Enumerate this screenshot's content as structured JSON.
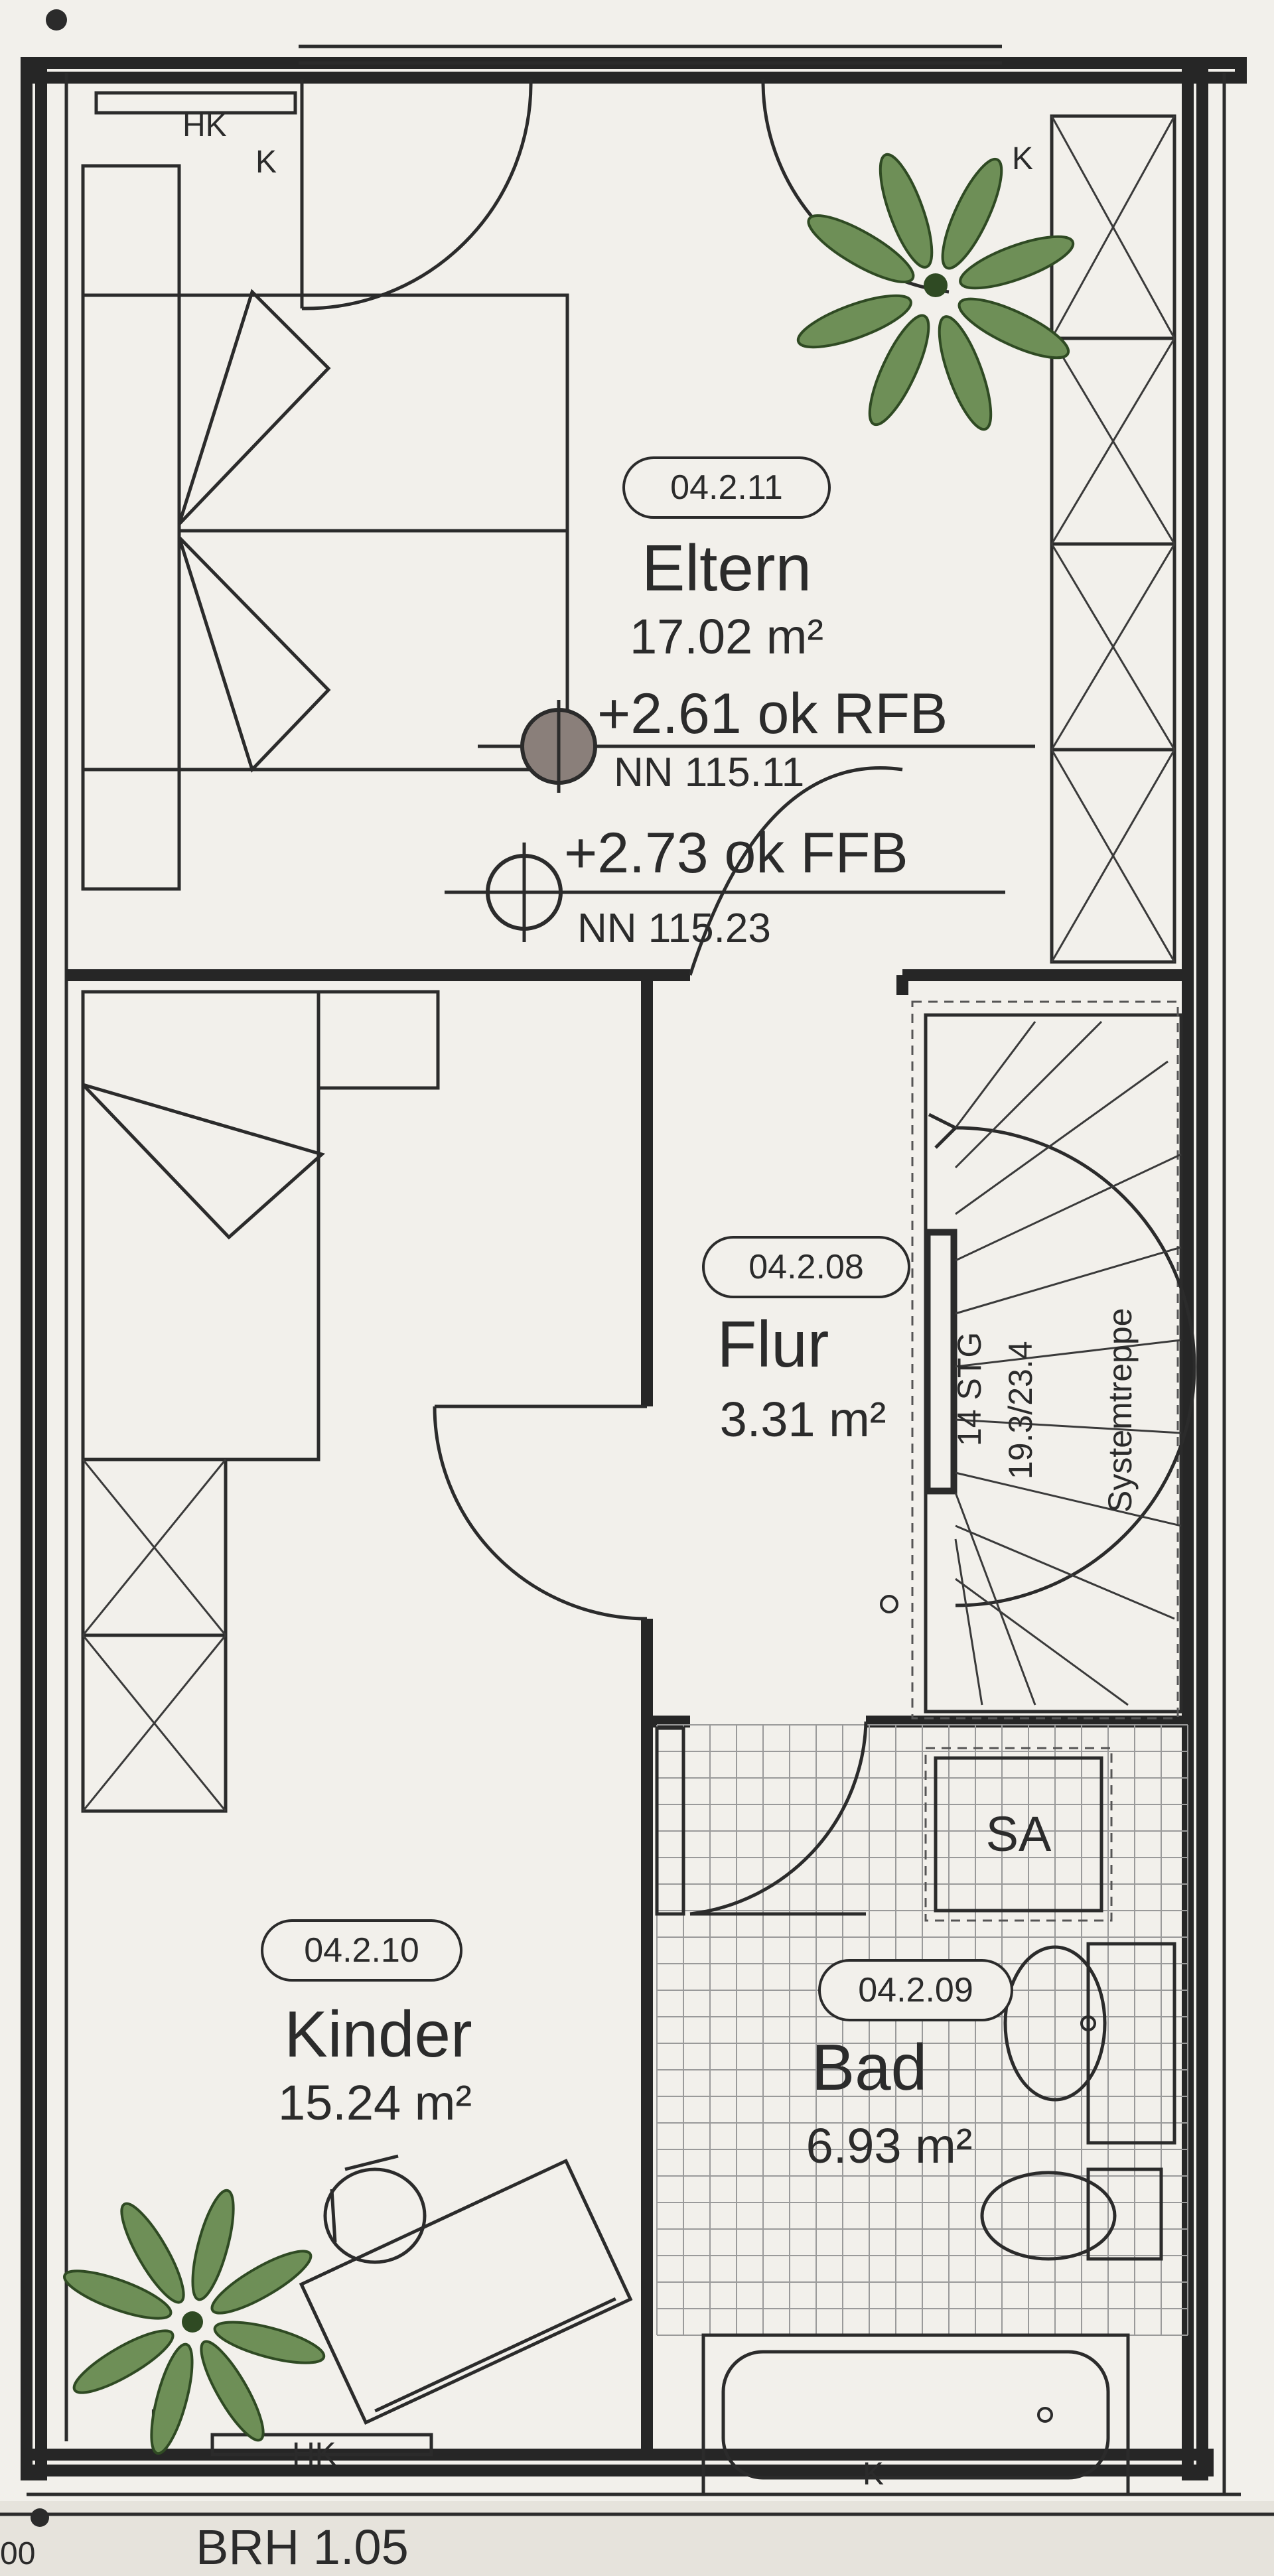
{
  "rooms": {
    "eltern": {
      "id": "04.2.11",
      "name": "Eltern",
      "area": "17.02 m²"
    },
    "flur": {
      "id": "04.2.08",
      "name": "Flur",
      "area": "3.31 m²"
    },
    "kinder": {
      "id": "04.2.10",
      "name": "Kinder",
      "area": "15.24 m²"
    },
    "bad": {
      "id": "04.2.09",
      "name": "Bad",
      "area": "6.93 m²"
    }
  },
  "levels": {
    "rfb": {
      "value": "+2.61 ok RFB",
      "nn": "NN 115.11"
    },
    "ffb": {
      "value": "+2.73 ok FFB",
      "nn": "NN 115.23"
    }
  },
  "stair": {
    "steps": "14 STG",
    "dims": "19.3/23.4",
    "label": "Systemtreppe"
  },
  "labels": {
    "k": "K",
    "hk": "HK",
    "sa": "SA",
    "brh": "BRH 1.05",
    "edge": "00"
  },
  "colors": {
    "paper": "#f2f0eb",
    "line": "#262626",
    "plant": "#6e8f57"
  }
}
